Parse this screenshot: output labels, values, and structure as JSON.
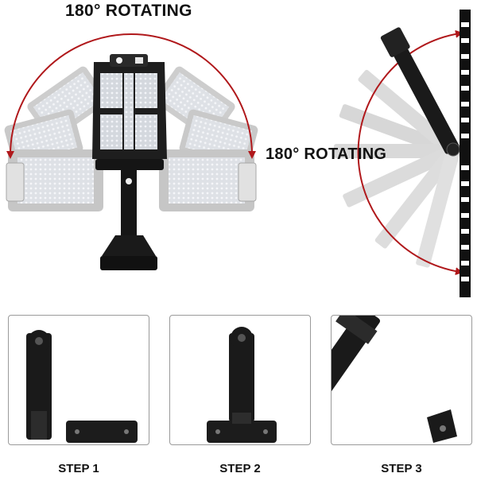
{
  "top_left": {
    "caption": "180° ROTATING"
  },
  "top_right": {
    "caption": "180° ROTATING"
  },
  "steps": [
    {
      "label": "STEP 1"
    },
    {
      "label": "STEP 2"
    },
    {
      "label": "STEP 3"
    }
  ],
  "colors": {
    "arrow": "#b0181b",
    "housing": "#1c1c1c",
    "ghost": "#c9c9c9",
    "led": "#e2e6ee",
    "box_border": "#9a9a9a"
  }
}
